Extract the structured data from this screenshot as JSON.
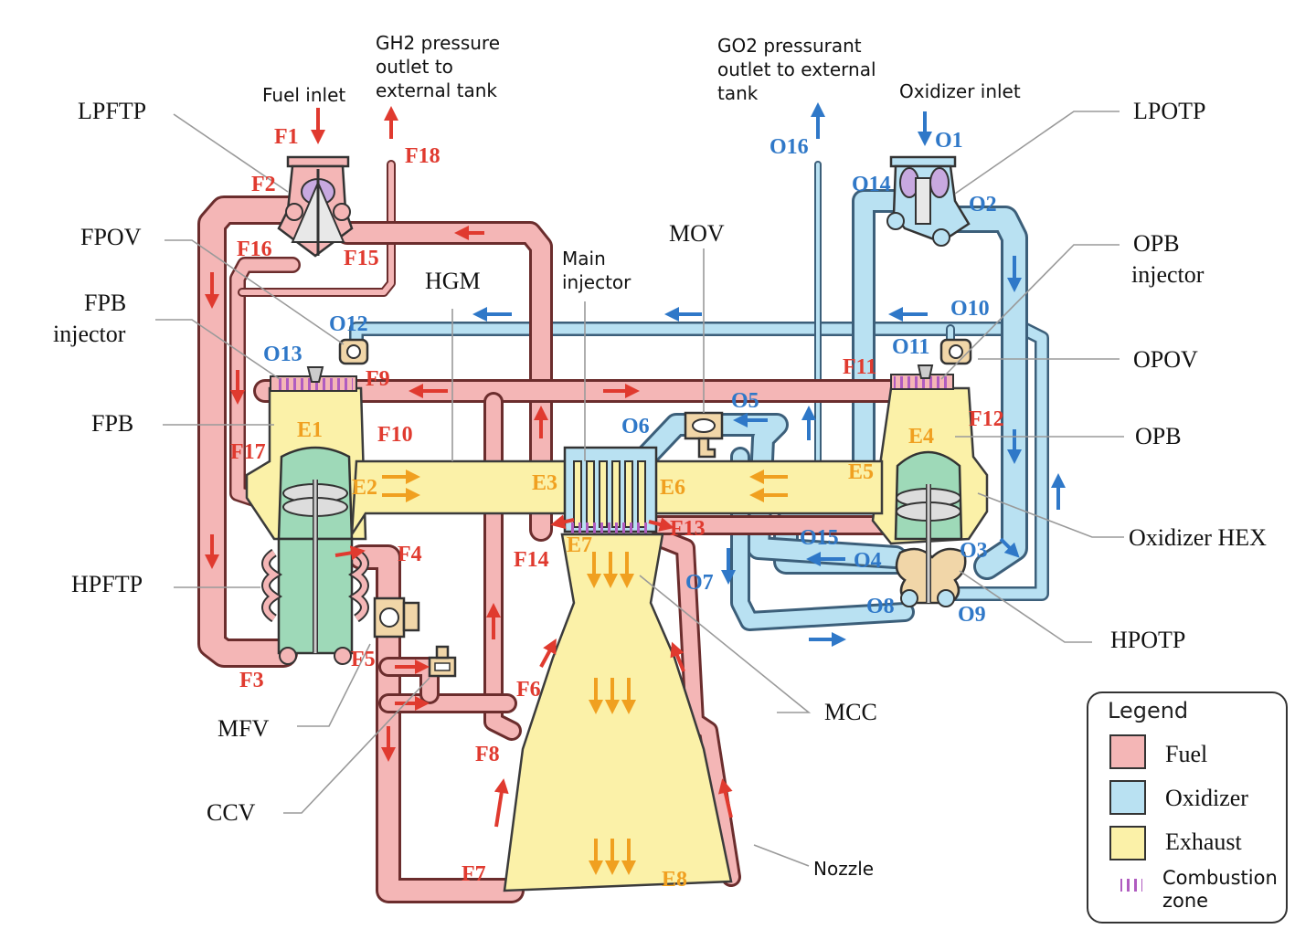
{
  "colors": {
    "fuel": "#f4b6b6",
    "oxidizer": "#b9e1f2",
    "exhaust": "#fbf1a8",
    "combustion": "#b05cc0",
    "fuel_text": "#e03a2f",
    "oxidizer_text": "#2f78c8",
    "exhaust_text": "#f0a020"
  },
  "callouts": {
    "lpftp": "LPFTP",
    "fpov": "FPOV",
    "fpb_injector_1": "FPB",
    "fpb_injector_2": "injector",
    "fpb": "FPB",
    "hpftp": "HPFTP",
    "mfv": "MFV",
    "ccv": "CCV",
    "hgm": "HGM",
    "mov": "MOV",
    "mcc": "MCC",
    "lpotp": "LPOTP",
    "opb_injector_1": "OPB",
    "opb_injector_2": "injector",
    "opov": "OPOV",
    "opb": "OPB",
    "oxidizer_hex": "Oxidizer HEX",
    "hpotp": "HPOTP"
  },
  "notes": {
    "fuel_inlet": "Fuel inlet",
    "gh2_1": "GH2 pressure",
    "gh2_2": "outlet to",
    "gh2_3": "external tank",
    "go2_1": "GO2 pressurant",
    "go2_2": "outlet to external",
    "go2_3": "tank",
    "oxidizer_inlet": "Oxidizer inlet",
    "main_injector_1": "Main",
    "main_injector_2": "injector",
    "nozzle": "Nozzle"
  },
  "fuel_labels": {
    "f1": "F1",
    "f2": "F2",
    "f3": "F3",
    "f4": "F4",
    "f5": "F5",
    "f6": "F6",
    "f7": "F7",
    "f8": "F8",
    "f9": "F9",
    "f10": "F10",
    "f11": "F11",
    "f12": "F12",
    "f13": "F13",
    "f14": "F14",
    "f15": "F15",
    "f16": "F16",
    "f17": "F17",
    "f18": "F18"
  },
  "oxidizer_labels": {
    "o1": "O1",
    "o2": "O2",
    "o3": "O3",
    "o4": "O4",
    "o5": "O5",
    "o6": "O6",
    "o7": "O7",
    "o8": "O8",
    "o9": "O9",
    "o10": "O10",
    "o11": "O11",
    "o12": "O12",
    "o13": "O13",
    "o14": "O14",
    "o15": "O15",
    "o16": "O16"
  },
  "exhaust_labels": {
    "e1": "E1",
    "e2": "E2",
    "e3": "E3",
    "e4": "E4",
    "e5": "E5",
    "e6": "E6",
    "e7": "E7",
    "e8": "E8"
  },
  "legend": {
    "title": "Legend",
    "items": [
      {
        "label": "Fuel",
        "color": "#f4b6b6"
      },
      {
        "label": "Oxidizer",
        "color": "#b9e1f2"
      },
      {
        "label": "Exhaust",
        "color": "#fbf1a8"
      }
    ],
    "combustion_1": "Combustion",
    "combustion_2": "zone"
  }
}
